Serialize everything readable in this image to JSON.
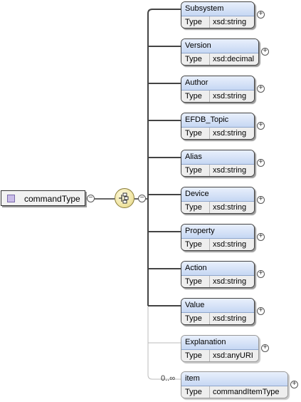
{
  "root": {
    "name": "commandType"
  },
  "type_label": "Type",
  "elements": [
    {
      "name": "Subsystem",
      "type": "xsd:string",
      "optional": false
    },
    {
      "name": "Version",
      "type": "xsd:decimal",
      "optional": false
    },
    {
      "name": "Author",
      "type": "xsd:string",
      "optional": false
    },
    {
      "name": "EFDB_Topic",
      "type": "xsd:string",
      "optional": false
    },
    {
      "name": "Alias",
      "type": "xsd:string",
      "optional": false
    },
    {
      "name": "Device",
      "type": "xsd:string",
      "optional": false
    },
    {
      "name": "Property",
      "type": "xsd:string",
      "optional": false
    },
    {
      "name": "Action",
      "type": "xsd:string",
      "optional": false
    },
    {
      "name": "Value",
      "type": "xsd:string",
      "optional": false
    },
    {
      "name": "Explanation",
      "type": "xsd:anyURI",
      "optional": true
    },
    {
      "name": "item",
      "type": "commandItemType",
      "optional": true,
      "cardinality": "0..∞"
    }
  ],
  "icons": {
    "root": "complex-type-icon",
    "sequence": "sequence-compositor-icon",
    "collapse": "minus-icon",
    "expand": "plus-icon"
  },
  "colors": {
    "header": "#c6d7f3",
    "type_row": "#eeeeee",
    "root_swatch": "#c9bce8",
    "compositor": "#f1e6a6"
  }
}
